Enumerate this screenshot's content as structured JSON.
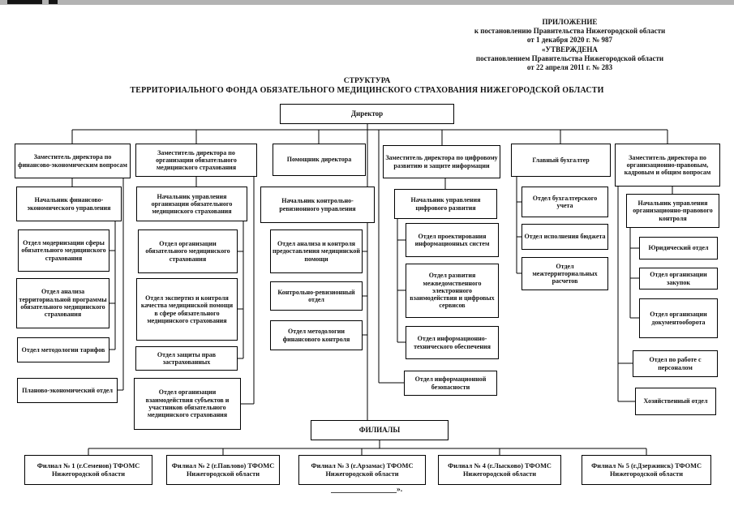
{
  "page": {
    "appendix": [
      "ПРИЛОЖЕНИЕ",
      "к постановлению Правительства Нижегородской области",
      "от 1 декабря 2020 г. № 987",
      "«УТВЕРЖДЕНА",
      "постановлением Правительства Нижегородской области",
      "от 22 апреля 2011 г. № 283"
    ],
    "title_line1": "СТРУКТУРА",
    "title_line2": "ТЕРРИТОРИАЛЬНОГО ФОНДА ОБЯЗАТЕЛЬНОГО МЕДИЦИНСКОГО СТРАХОВАНИЯ НИЖЕГОРОДСКОЙ ОБЛАСТИ",
    "closing_mark": "»."
  },
  "org": {
    "director": "Директор",
    "filials": "ФИЛИАЛЫ",
    "columns": [
      {
        "deputy": "Заместитель директора по финансово-экономическим вопросам",
        "head": "Начальник финансово-экономического управления",
        "children": [
          "Отдел модернизации сферы обязательного медицинского страхования",
          "Отдел анализа территориальной программы обязательного медицинского страхования",
          "Отдел методологии тарифов",
          "Планово-экономический отдел"
        ]
      },
      {
        "deputy": "Заместитель директора по организации обязательного медицинского страхования",
        "head": "Начальник управления организации обязательного медицинского страхования",
        "children": [
          "Отдел организации обязательного медицинского страхования",
          "Отдел экспертиз и контроля качества медицинской помощи в сфере обязательного медицинского страхования",
          "Отдел защиты прав застрахованных",
          "Отдел организации взаимодействия субъектов и участников обязательного медицинского страхования"
        ]
      },
      {
        "deputy": "Помощник директора",
        "head": "Начальник контрольно-ревизионного управления",
        "children": [
          "Отдел анализа и контроля предоставления медицинской помощи",
          "Контрольно-ревизионный отдел",
          "Отдел методологии финансового контроля"
        ]
      },
      {
        "deputy": "Заместитель директора по цифровому развитию и защите информации",
        "head": "Начальник управления цифрового развития",
        "children": [
          "Отдел проектирования информационных систем",
          "Отдел развития межведомственного электронного взаимодействия и цифровых сервисов",
          "Отдел информационно-технического обеспечения",
          "Отдел информационной безопасности"
        ]
      },
      {
        "deputy": "Главный бухгалтер",
        "head": "",
        "children": [
          "Отдел бухгалтерского учета",
          "Отдел исполнения бюджета",
          "Отдел межтерриториальных расчетов"
        ]
      },
      {
        "deputy": "Заместитель директора по организационно-правовым, кадровым и общим вопросам",
        "head": "Начальник управления организационно-правового контроля",
        "children": [
          "Юридический отдел",
          "Отдел организации закупок",
          "Отдел организации документооборота",
          "Отдел по работе с персоналом",
          "Хозяйственный отдел"
        ]
      }
    ],
    "branches": [
      "Филиал № 1 (г.Семенов) ТФОМС Нижегородской области",
      "Филиал № 2 (г.Павлово) ТФОМС Нижегородской области",
      "Филиал № 3 (г.Арзамас) ТФОМС Нижегородской области",
      "Филиал № 4 (г.Лысково) ТФОМС Нижегородской области",
      "Филиал № 5 (г.Дзержинск) ТФОМС Нижегородской области"
    ]
  },
  "colors": {
    "ink": "#000000",
    "paper": "#ffffff",
    "scan_strip": "#b3b3b3"
  }
}
